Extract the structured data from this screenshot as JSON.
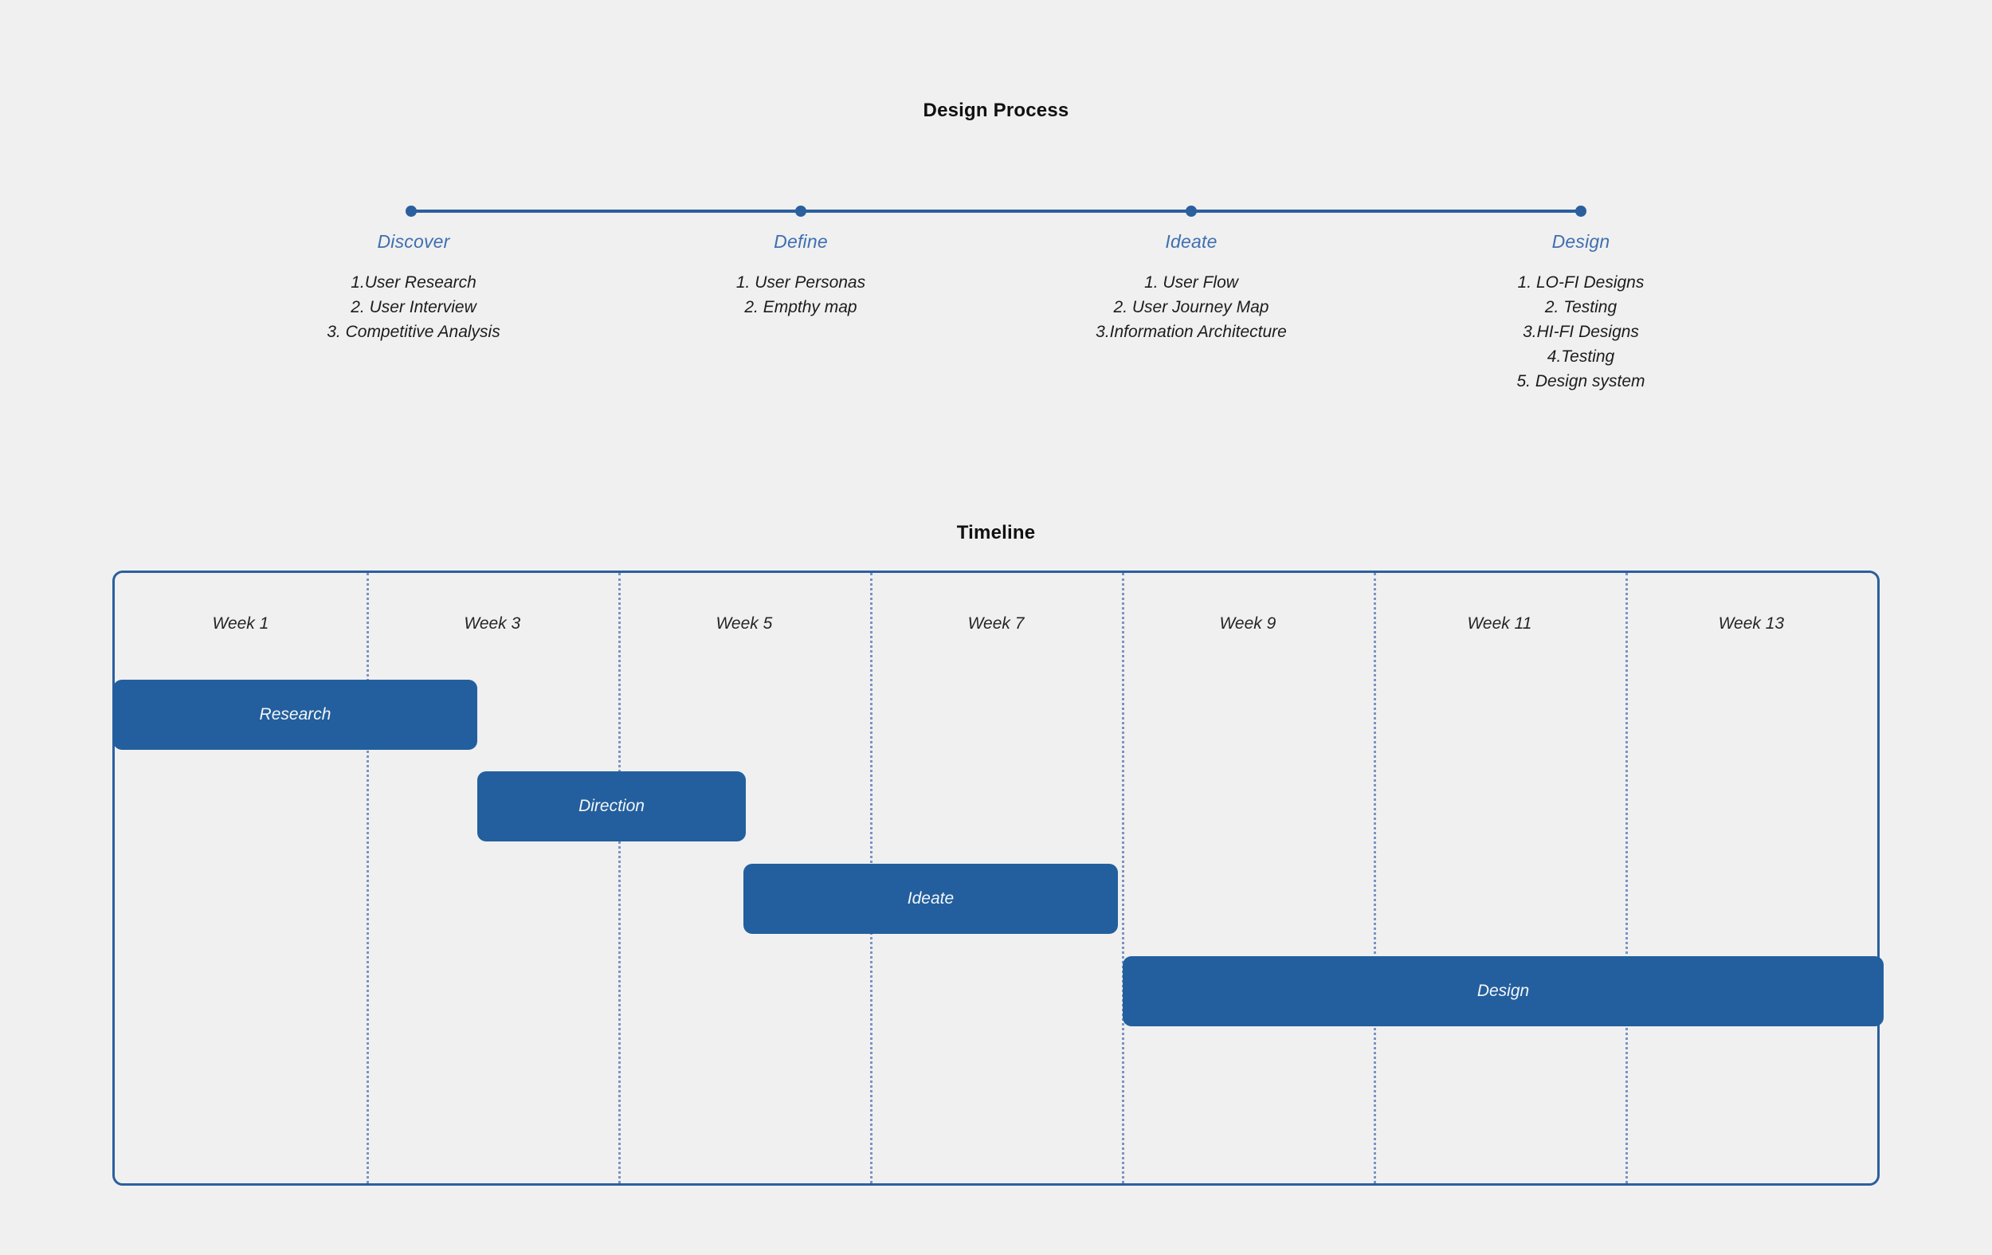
{
  "design_process": {
    "title": "Design Process",
    "stages": [
      {
        "name": "Discover",
        "items": [
          "1.User Research",
          "2. User Interview",
          "3. Competitive Analysis"
        ]
      },
      {
        "name": "Define",
        "items": [
          "1. User Personas",
          "2. Empthy map"
        ]
      },
      {
        "name": "Ideate",
        "items": [
          "1. User Flow",
          "2. User Journey Map",
          "3.Information Architecture"
        ]
      },
      {
        "name": "Design",
        "items": [
          "1. LO-FI Designs",
          "2. Testing",
          "3.HI-FI Designs",
          "4.Testing",
          "5. Design system"
        ]
      }
    ]
  },
  "timeline": {
    "title": "Timeline",
    "week_labels": [
      "Week 1",
      "Week 3",
      "Week 5",
      "Week 7",
      "Week 9",
      "Week 11",
      "Week 13"
    ],
    "tasks": [
      {
        "label": "Research"
      },
      {
        "label": "Direction"
      },
      {
        "label": "Ideate"
      },
      {
        "label": "Design"
      }
    ]
  },
  "chart_data": {
    "type": "bar",
    "title": "Timeline",
    "xlabel": "",
    "ylabel": "",
    "categories": [
      "Week 1",
      "Week 3",
      "Week 5",
      "Week 7",
      "Week 9",
      "Week 11",
      "Week 13"
    ],
    "grid": true,
    "legend": "none",
    "xlim": [
      0,
      14
    ],
    "tasks": [
      {
        "name": "Research",
        "start_week": 0,
        "end_week": 1.8
      },
      {
        "name": "Direction",
        "start_week": 1.8,
        "end_week": 3.15
      },
      {
        "name": "Ideate",
        "start_week": 2.85,
        "end_week": 4.72
      },
      {
        "name": "Design",
        "start_week": 4.72,
        "end_week": 8.0
      }
    ]
  },
  "colors": {
    "accent": "#235f9e",
    "stage_label": "#3f6fb0",
    "divider": "#7b93c4",
    "background": "#f0f0f0",
    "bar_text": "#f4f6f8"
  }
}
